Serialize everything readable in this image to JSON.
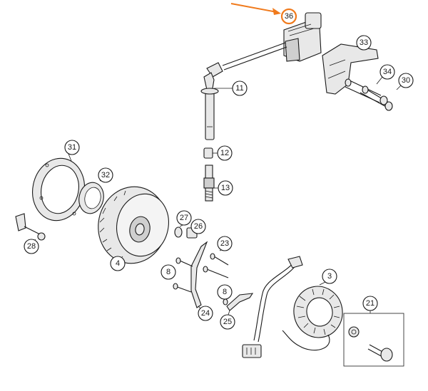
{
  "diagram": {
    "callouts": [
      {
        "id": "c36",
        "label": "36"
      },
      {
        "id": "c33",
        "label": "33"
      },
      {
        "id": "c34",
        "label": "34"
      },
      {
        "id": "c30",
        "label": "30"
      },
      {
        "id": "c11",
        "label": "11"
      },
      {
        "id": "c31",
        "label": "31"
      },
      {
        "id": "c32",
        "label": "32"
      },
      {
        "id": "c12",
        "label": "12"
      },
      {
        "id": "c13",
        "label": "13"
      },
      {
        "id": "c27",
        "label": "27"
      },
      {
        "id": "c26",
        "label": "26"
      },
      {
        "id": "c28",
        "label": "28"
      },
      {
        "id": "c23",
        "label": "23"
      },
      {
        "id": "c4",
        "label": "4"
      },
      {
        "id": "c8a",
        "label": "8"
      },
      {
        "id": "c3",
        "label": "3"
      },
      {
        "id": "c8b",
        "label": "8"
      },
      {
        "id": "c24",
        "label": "24"
      },
      {
        "id": "c25",
        "label": "25"
      },
      {
        "id": "c21",
        "label": "21"
      }
    ],
    "highlight": {
      "callout": "36",
      "color": "#f07a1c"
    }
  }
}
